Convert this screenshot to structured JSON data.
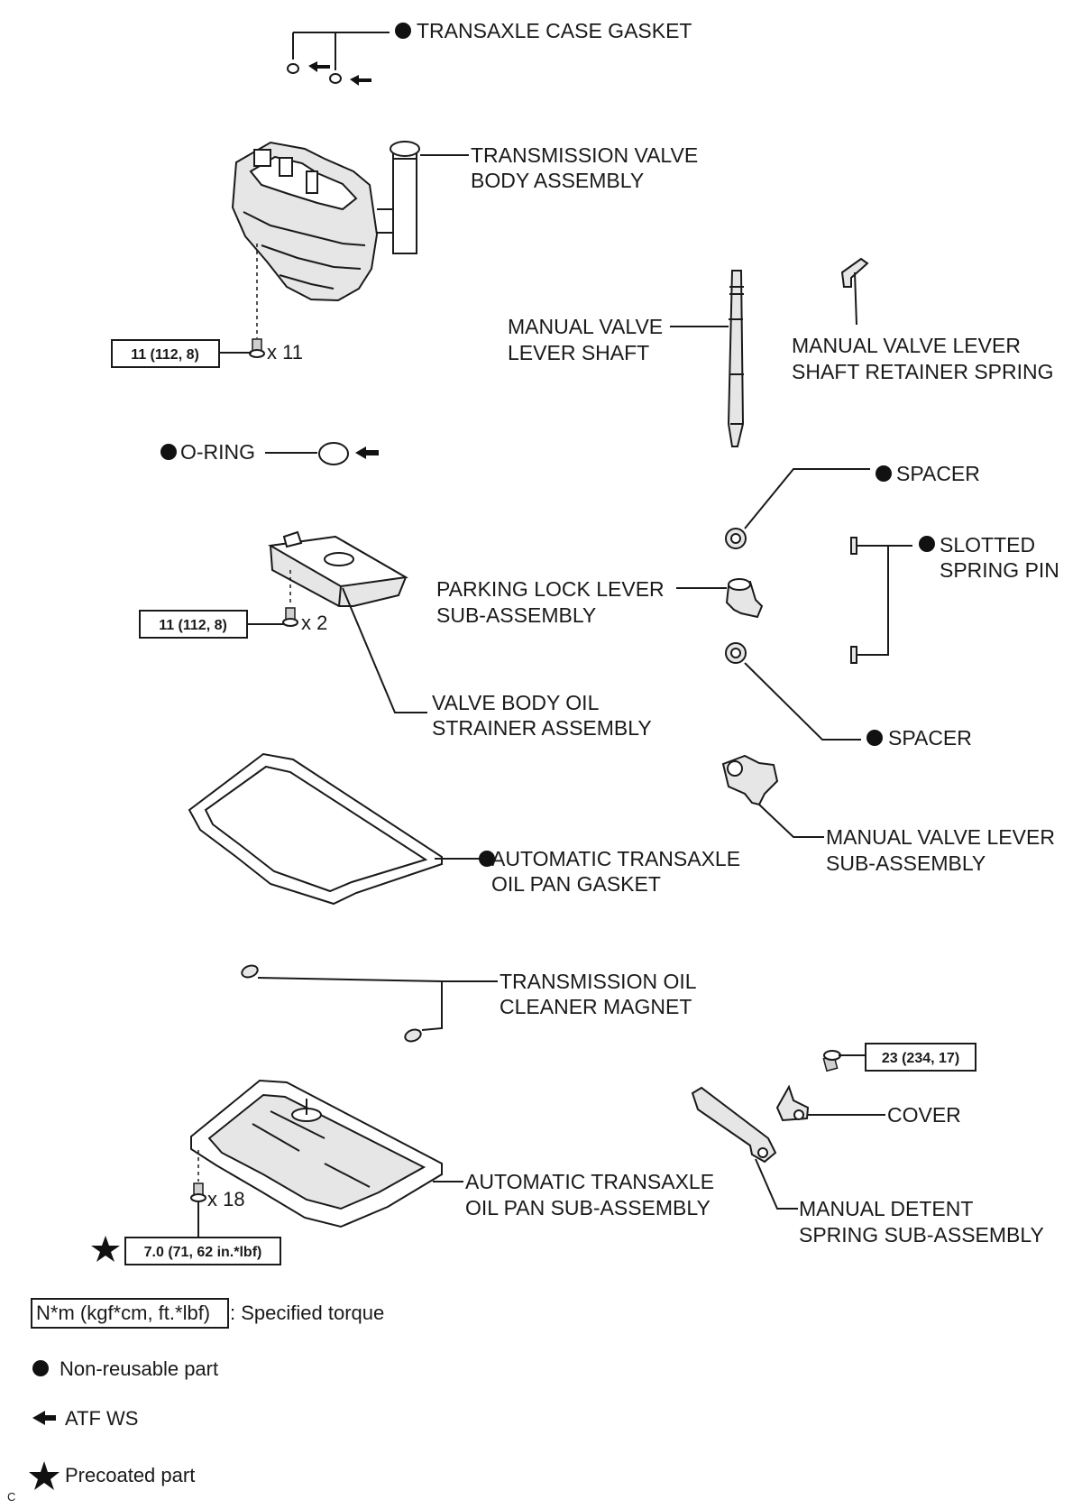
{
  "labels": {
    "transaxle_case_gasket": "TRANSAXLE CASE GASKET",
    "valve_body_1": "TRANSMISSION VALVE",
    "valve_body_2": "BODY ASSEMBLY",
    "manual_valve_lever_shaft_1": "MANUAL VALVE",
    "manual_valve_lever_shaft_2": "LEVER SHAFT",
    "retainer_spring_1": "MANUAL VALVE LEVER",
    "retainer_spring_2": "SHAFT RETAINER SPRING",
    "o_ring": "O-RING",
    "spacer_top": "SPACER",
    "slotted_pin_1": "SLOTTED",
    "slotted_pin_2": "SPRING PIN",
    "parking_lock_1": "PARKING LOCK LEVER",
    "parking_lock_2": "SUB-ASSEMBLY",
    "strainer_1": "VALVE BODY OIL",
    "strainer_2": "STRAINER ASSEMBLY",
    "spacer_bottom": "SPACER",
    "manual_valve_lever_1": "MANUAL VALVE LEVER",
    "manual_valve_lever_2": "SUB-ASSEMBLY",
    "pan_gasket_1": "AUTOMATIC TRANSAXLE",
    "pan_gasket_2": "OIL PAN GASKET",
    "magnet_1": "TRANSMISSION OIL",
    "magnet_2": "CLEANER MAGNET",
    "cover": "COVER",
    "oil_pan_1": "AUTOMATIC TRANSAXLE",
    "oil_pan_2": "OIL PAN SUB-ASSEMBLY",
    "detent_spring_1": "MANUAL DETENT",
    "detent_spring_2": "SPRING SUB-ASSEMBLY"
  },
  "torques": {
    "valve_body": "11 (112, 8)",
    "strainer": "11 (112, 8)",
    "detent_spring": "23 (234, 17)",
    "oil_pan": "7.0 (71, 62 in.*lbf)"
  },
  "quantities": {
    "valve_body_bolts": "x 11",
    "strainer_bolts": "x 2",
    "oil_pan_bolts": "x 18"
  },
  "legend": {
    "torque_box": "N*m (kgf*cm, ft.*lbf)",
    "torque_text": ": Specified torque",
    "non_reusable": "Non-reusable part",
    "atf": "ATF WS",
    "precoated": "Precoated part"
  },
  "corner_mark": "C",
  "icons": {
    "non_reusable": "filled-circle-icon",
    "atf": "arrow-left-icon",
    "precoated": "star-icon"
  }
}
